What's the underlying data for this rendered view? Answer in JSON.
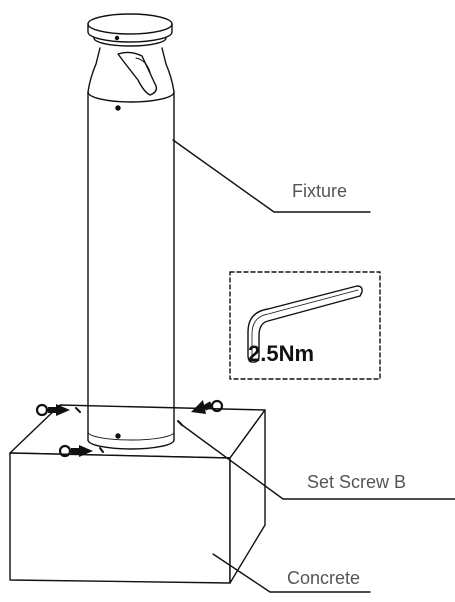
{
  "labels": {
    "fixture": "Fixture",
    "set_screw": "Set Screw B",
    "concrete": "Concrete",
    "torque": "2.5Nm"
  },
  "colors": {
    "line": "#111111",
    "label_text": "#555555",
    "background": "#ffffff"
  },
  "icons": {
    "allen-key": "hex wrench L-shape",
    "rotation-arrow": "curved arrow with solid pointer"
  }
}
